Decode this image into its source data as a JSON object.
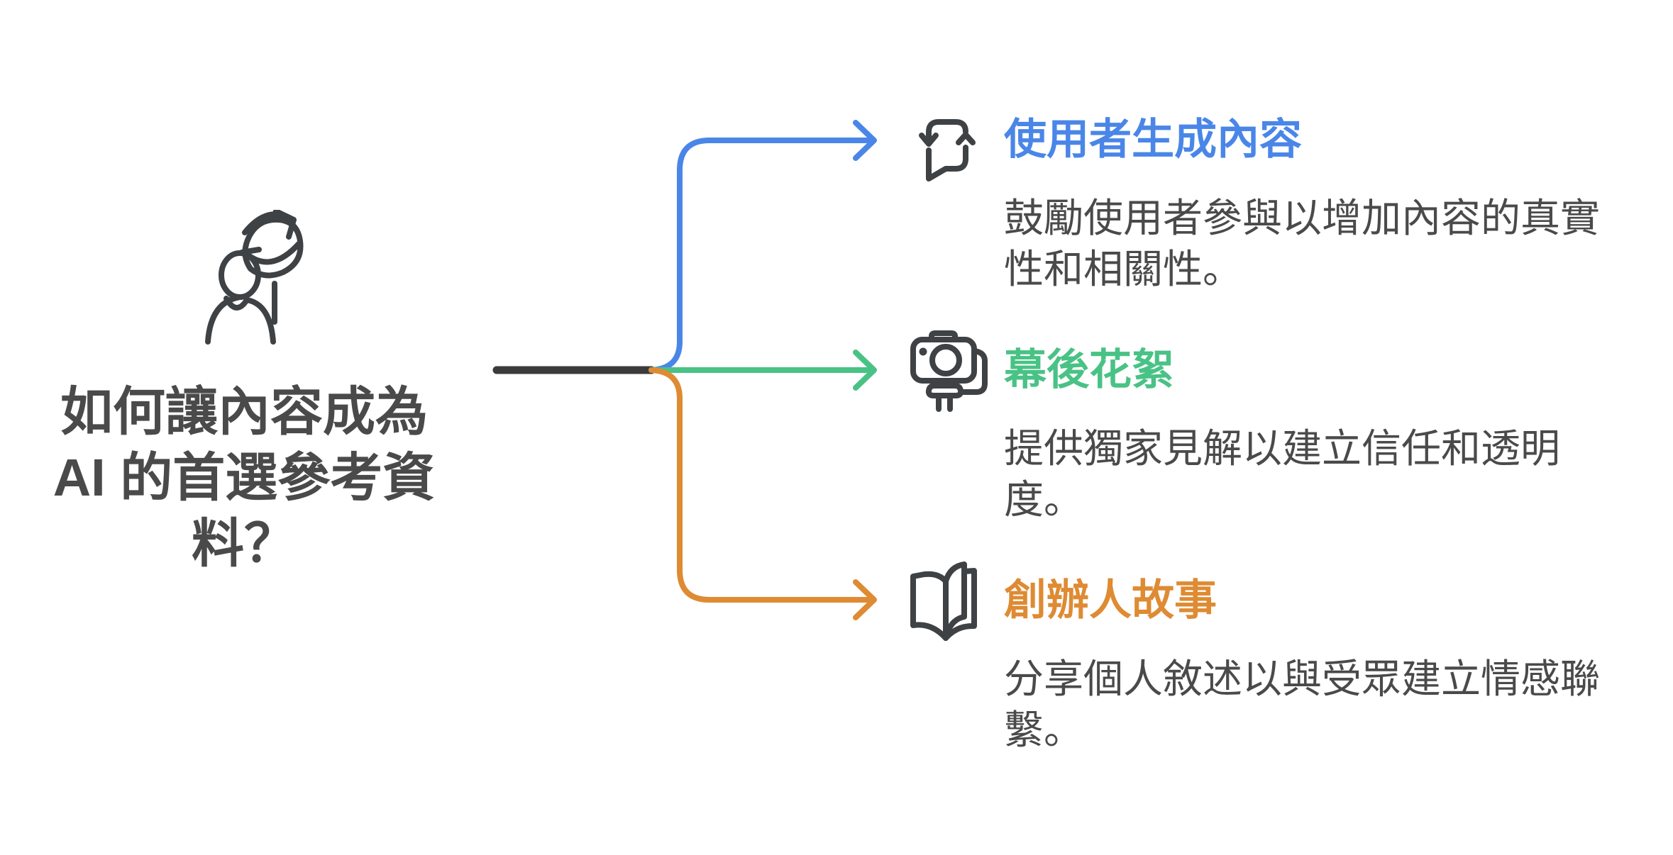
{
  "root": {
    "title": "如何讓內容成為 AI 的首選參考資料？",
    "icon": "person-with-globe-icon",
    "text_color": "#4a4a4a"
  },
  "branches": [
    {
      "id": "user-generated-content",
      "title": "使用者生成內容",
      "description": "鼓勵使用者參與以增加內容的真實性和相關性。",
      "color": "#4a86e8",
      "icon": "message-repeat-icon"
    },
    {
      "id": "behind-the-scenes",
      "title": "幕後花絮",
      "description": "提供獨家見解以建立信任和透明度。",
      "color": "#49c285",
      "icon": "video-camera-icon"
    },
    {
      "id": "founder-story",
      "title": "創辦人故事",
      "description": "分享個人敘述以與受眾建立情感聯繫。",
      "color": "#de8b33",
      "icon": "open-book-icon"
    }
  ],
  "colors": {
    "background": "#ffffff",
    "description_text": "#4a4a4a",
    "icon_stroke": "#3f4245",
    "root_connector": "#3b3b3b"
  }
}
